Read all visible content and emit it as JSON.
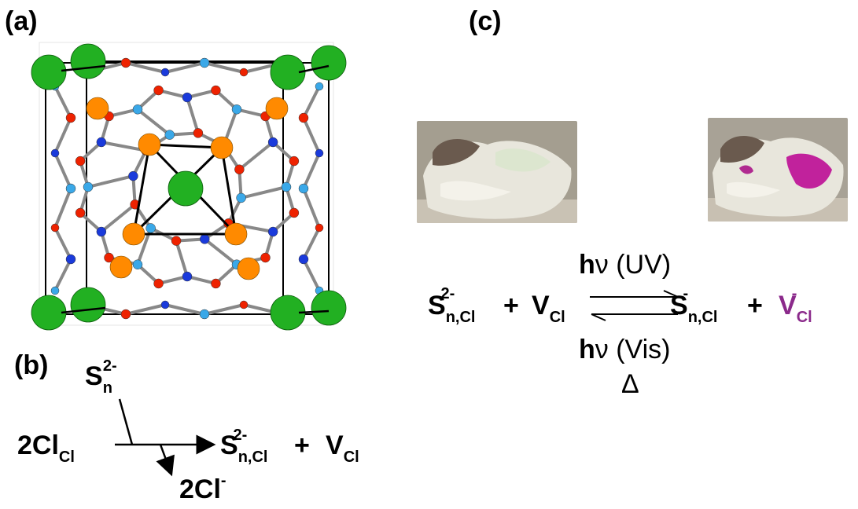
{
  "panels": {
    "a_label": "(a)",
    "b_label": "(b)",
    "c_label": "(c)"
  },
  "atom_colors": {
    "chlorine": "#22b022",
    "sodium": "#ff8a00",
    "oxygen": "#ee2200",
    "aluminum": "#1a3adb",
    "silicon": "#3aa8e8",
    "bond": "#888888"
  },
  "panel_b": {
    "sn": "S",
    "sn_sub": "n",
    "sn_sup": "2-",
    "reactant": "2Cl",
    "reactant_sub": "Cl",
    "product_s": "S",
    "product_s_sub": "n,Cl",
    "product_s_sup": "2-",
    "plus": "+",
    "product_v": "V",
    "product_v_sub": "Cl",
    "side_product": "2Cl",
    "side_product_sup": "-"
  },
  "panel_c": {
    "photo_left_desc": "hackmanite-white",
    "photo_right_desc": "hackmanite-purple",
    "left_s": "S",
    "left_s_sub": "n,Cl",
    "left_s_sup": "2-",
    "plus1": "+",
    "left_v": "V",
    "left_v_sub": "Cl",
    "right_s": "S",
    "right_s_sub": "n,Cl",
    "right_s_sup": "-",
    "plus2": "+",
    "right_v": "V",
    "right_v_sub": "Cl",
    "right_v_sup": "-",
    "top_h": "h",
    "top_text": "ν (UV)",
    "bottom_h": "h",
    "bottom_text": "ν (Vis)",
    "delta": "Δ",
    "accent_purple": "#8b2a8b"
  }
}
